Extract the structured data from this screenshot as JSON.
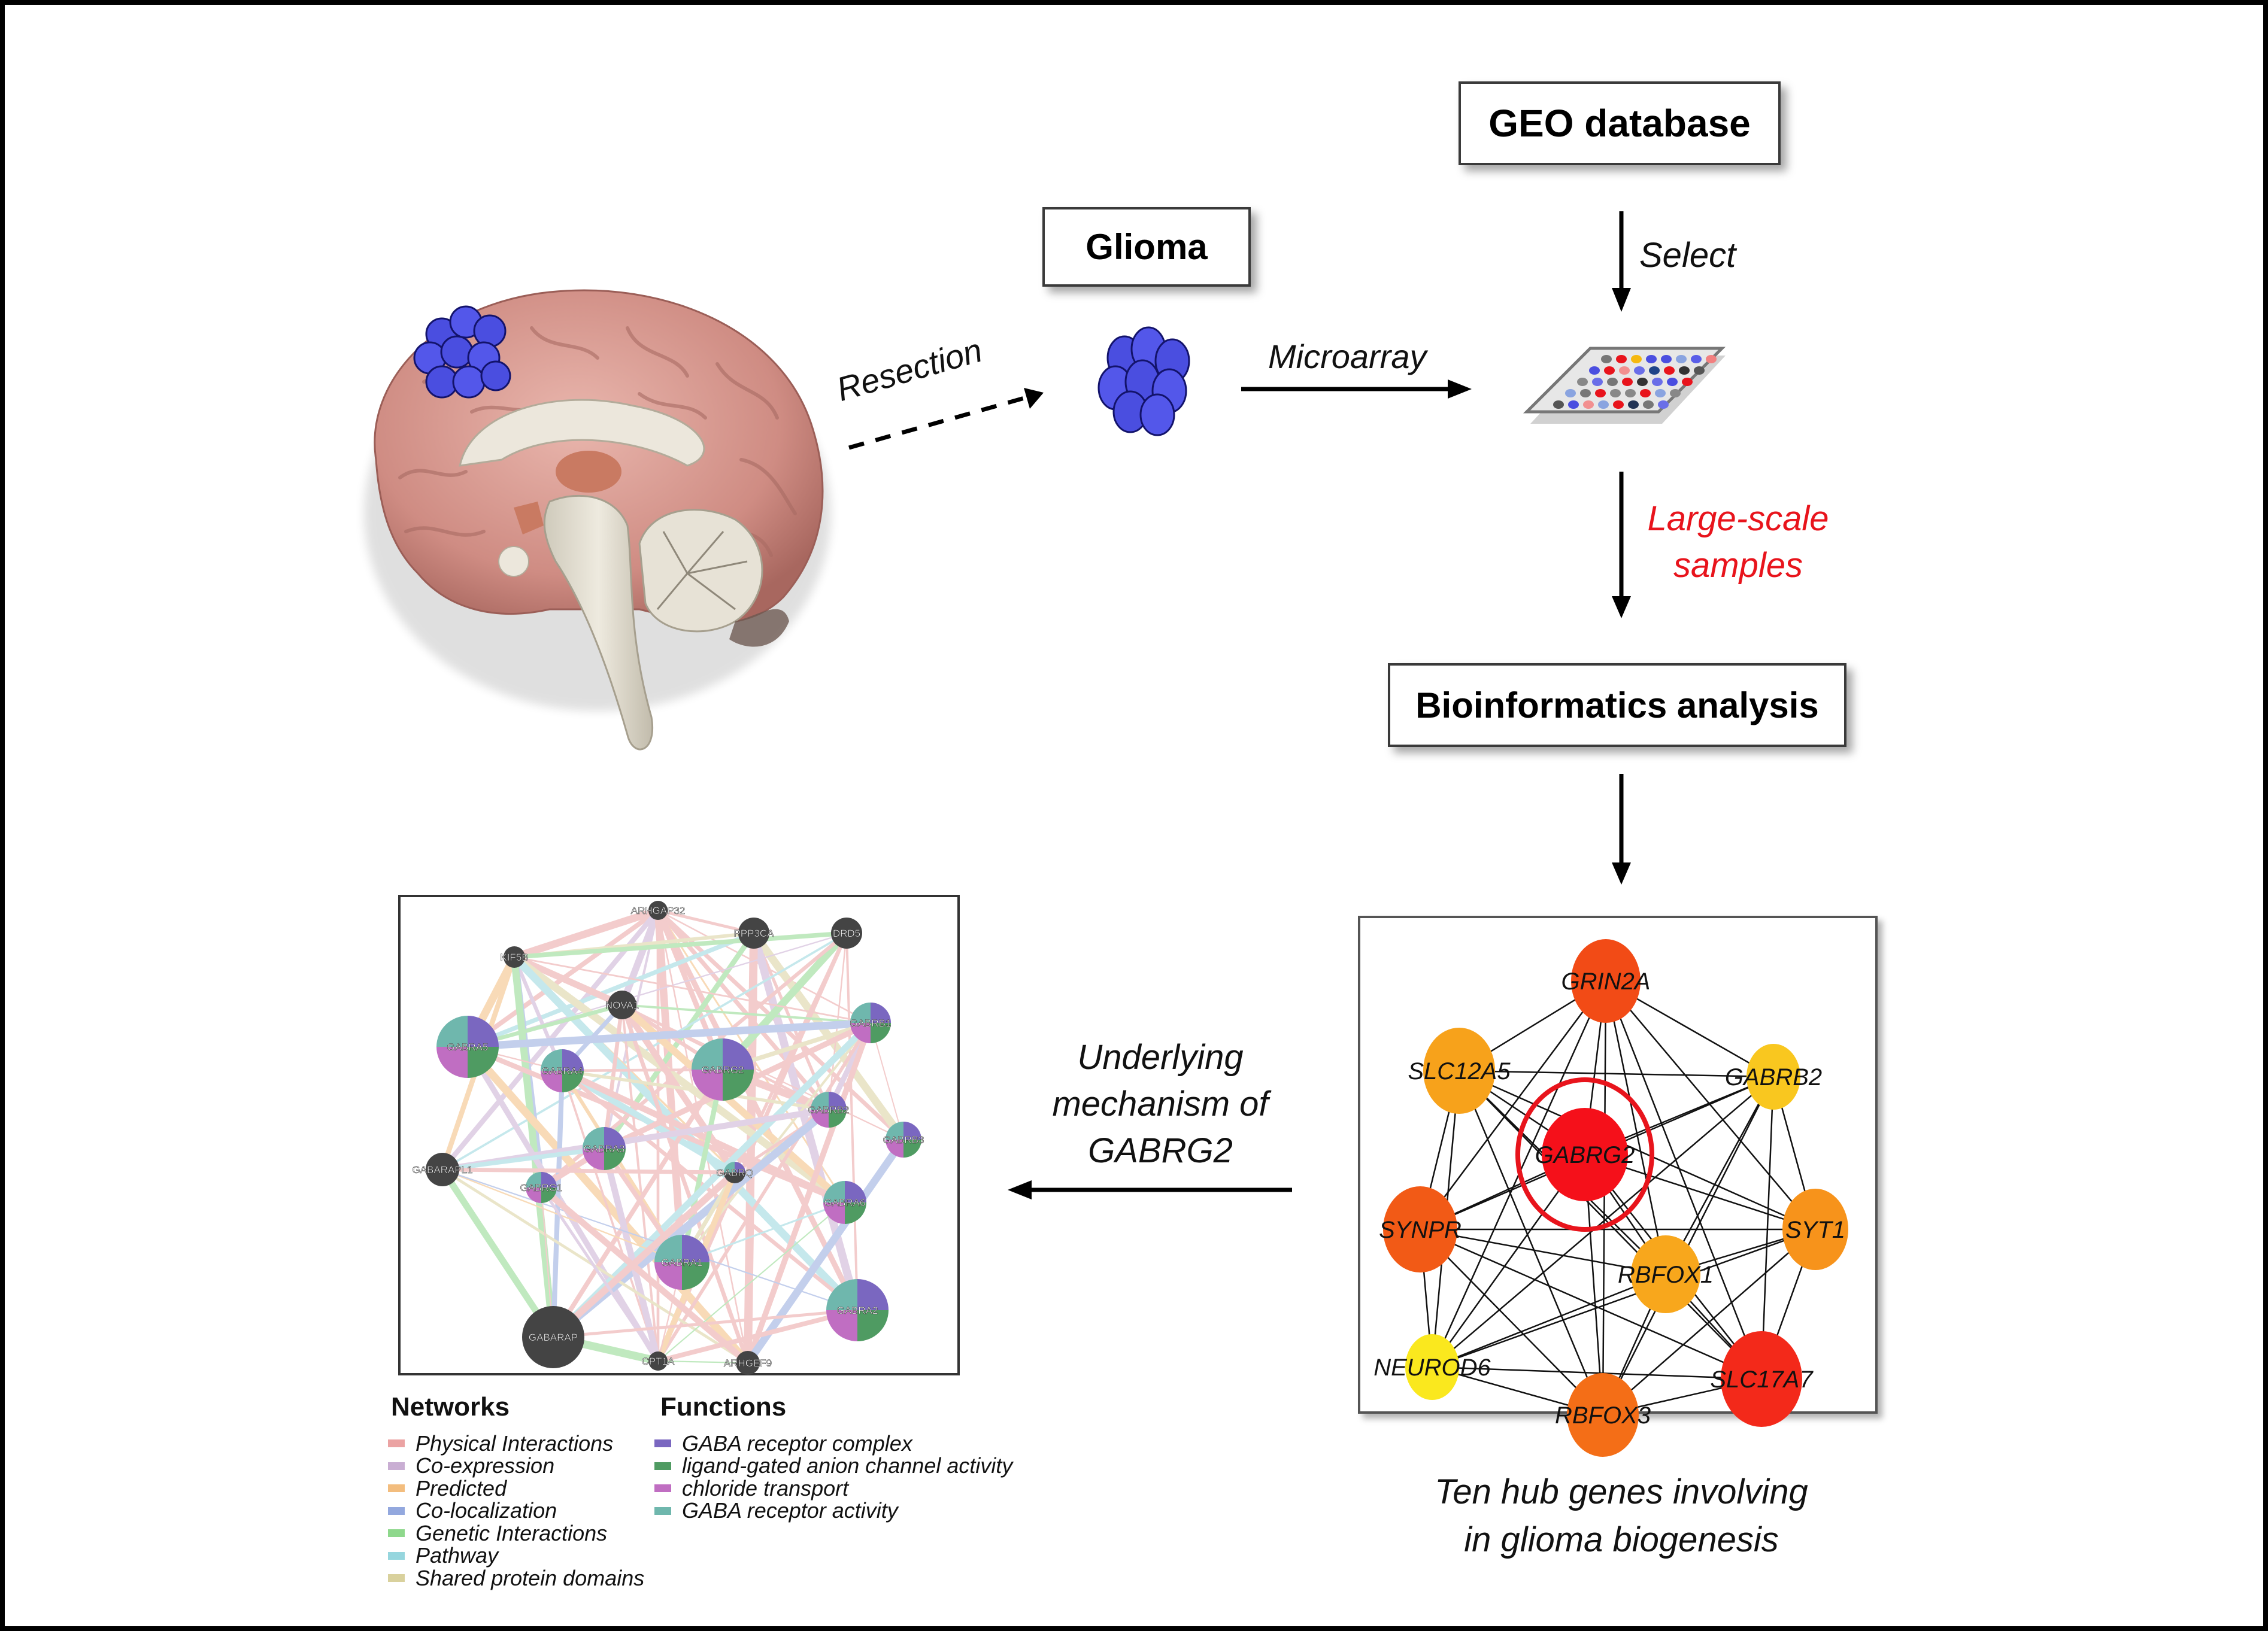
{
  "boxes": {
    "geo": "GEO database",
    "glioma": "Glioma",
    "bioinformatics": "Bioinformatics analysis"
  },
  "arrows": {
    "resection": "Resection",
    "microarray": "Microarray",
    "select": "Select",
    "large_scale_line1": "Large-scale",
    "large_scale_line2": "samples",
    "mechanism_line1": "Underlying",
    "mechanism_line2": "mechanism of",
    "mechanism_line3": "GABRG2"
  },
  "colors": {
    "accent_red": "#e8141c",
    "tumor_blue": "#4a4ee0"
  },
  "hub_caption": {
    "line1": "Ten hub genes involving",
    "line2": "in glioma biogenesis"
  },
  "hub_network": {
    "highlighted": "GABRG2",
    "nodes": [
      {
        "id": "GRIN2A",
        "color": "#f24b16"
      },
      {
        "id": "SLC12A5",
        "color": "#f7a21b"
      },
      {
        "id": "GABRB2",
        "color": "#f9c71f"
      },
      {
        "id": "GABRG2",
        "color": "#f5101a"
      },
      {
        "id": "SYNPR",
        "color": "#f25a16"
      },
      {
        "id": "SYT1",
        "color": "#f7931b"
      },
      {
        "id": "RBFOX1",
        "color": "#f8a71c"
      },
      {
        "id": "NEUROD6",
        "color": "#fae81e"
      },
      {
        "id": "SLC17A7",
        "color": "#f3291a"
      },
      {
        "id": "RBFOX3",
        "color": "#f46e17"
      }
    ]
  },
  "gene_network": {
    "nodes": [
      {
        "id": "ARHGAP32",
        "kind": "gray"
      },
      {
        "id": "PPP3CA",
        "kind": "gray"
      },
      {
        "id": "DRD5",
        "kind": "gray"
      },
      {
        "id": "KIF5B",
        "kind": "gray"
      },
      {
        "id": "NOVA1",
        "kind": "gray"
      },
      {
        "id": "GABRA5",
        "kind": "pie"
      },
      {
        "id": "GABRA4",
        "kind": "pie"
      },
      {
        "id": "GABRG2",
        "kind": "pie"
      },
      {
        "id": "GABRB1",
        "kind": "pie"
      },
      {
        "id": "GABRB2",
        "kind": "pie"
      },
      {
        "id": "GABRB3",
        "kind": "pie"
      },
      {
        "id": "GABRA3",
        "kind": "pie"
      },
      {
        "id": "GABARAPL1",
        "kind": "gray"
      },
      {
        "id": "GABRQ",
        "kind": "pie2"
      },
      {
        "id": "GABRG1",
        "kind": "pie"
      },
      {
        "id": "GABRA6",
        "kind": "pie"
      },
      {
        "id": "GABRA1",
        "kind": "pie"
      },
      {
        "id": "GABRA2",
        "kind": "pie"
      },
      {
        "id": "GABARAP",
        "kind": "gray"
      },
      {
        "id": "CPT1A",
        "kind": "gray"
      },
      {
        "id": "ARHGEF9",
        "kind": "gray"
      }
    ]
  },
  "legend": {
    "networks_title": "Networks",
    "networks": [
      {
        "label": "Physical Interactions",
        "color": "#eba3a3"
      },
      {
        "label": "Co-expression",
        "color": "#c9aed3"
      },
      {
        "label": "Predicted",
        "color": "#f3bd7e"
      },
      {
        "label": "Co-localization",
        "color": "#93a8de"
      },
      {
        "label": "Genetic Interactions",
        "color": "#8ed88c"
      },
      {
        "label": "Pathway",
        "color": "#96d6de"
      },
      {
        "label": "Shared protein domains",
        "color": "#d9d19d"
      }
    ],
    "functions_title": "Functions",
    "functions": [
      {
        "label": "GABA receptor complex",
        "color": "#7a67c0"
      },
      {
        "label": "ligand-gated anion channel activity",
        "color": "#4f9b62"
      },
      {
        "label": "chloride transport",
        "color": "#c06ec2"
      },
      {
        "label": "GABA receptor activity",
        "color": "#6fb7ad"
      }
    ]
  }
}
